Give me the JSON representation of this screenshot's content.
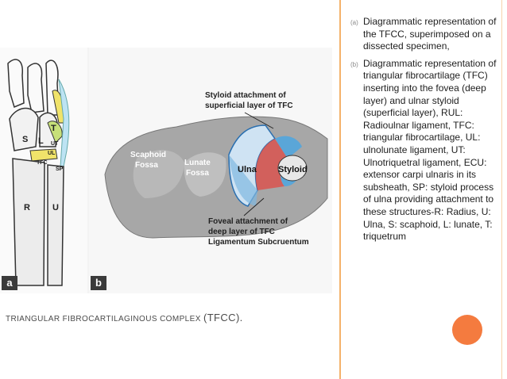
{
  "figure": {
    "panel_a": {
      "tag": "a",
      "letters": [
        "S",
        "L",
        "T",
        "UT",
        "UL",
        "TFC",
        "SP",
        "R",
        "U"
      ]
    },
    "panel_b": {
      "tag": "b",
      "label_styloid_1": "Styloid attachment of",
      "label_styloid_2": "superficial layer of TFC",
      "label_scaphoid_1": "Scaphoid",
      "label_scaphoid_2": "Fossa",
      "label_lunate_1": "Lunate",
      "label_lunate_2": "Fossa",
      "label_ulna": "Ulna",
      "label_styloid": "Styloid",
      "label_foveal_1": "Foveal attachment of",
      "label_foveal_2": "deep layer of TFC",
      "label_foveal_3": "Ligamentum Subcruentum"
    }
  },
  "caption": {
    "text": "TRIANGULAR FIBROCARTILAGINOUS COMPLEX",
    "abbr": "(TFCC)."
  },
  "legend": [
    {
      "marker": "(a)",
      "text": "Diagrammatic representation of the TFCC, superimposed on a dissected specimen,"
    },
    {
      "marker": "(b)",
      "text": "Diagrammatic representation of triangular fibrocartilage (TFC) inserting into the fovea (deep layer) and ulnar styloid (superficial layer), RUL: Radioulnar ligament, TFC: triangular fibrocartilage, UL: ulnolunate ligament, UT: Ulnotriquetral ligament, ECU: extensor carpi ulnaris in its subsheath, SP: styloid process of ulna providing attachment to these structures-R: Radius, U: Ulna, S: scaphoid, L: lunate, T: triquetrum"
    }
  ],
  "colors": {
    "accent_rule": "#f4b26a",
    "accent_dot": "#f47b3f",
    "tfc_blue": "#5aa6d8",
    "tfc_red": "#d9534f",
    "tfc_yellow": "#f0e36a"
  }
}
